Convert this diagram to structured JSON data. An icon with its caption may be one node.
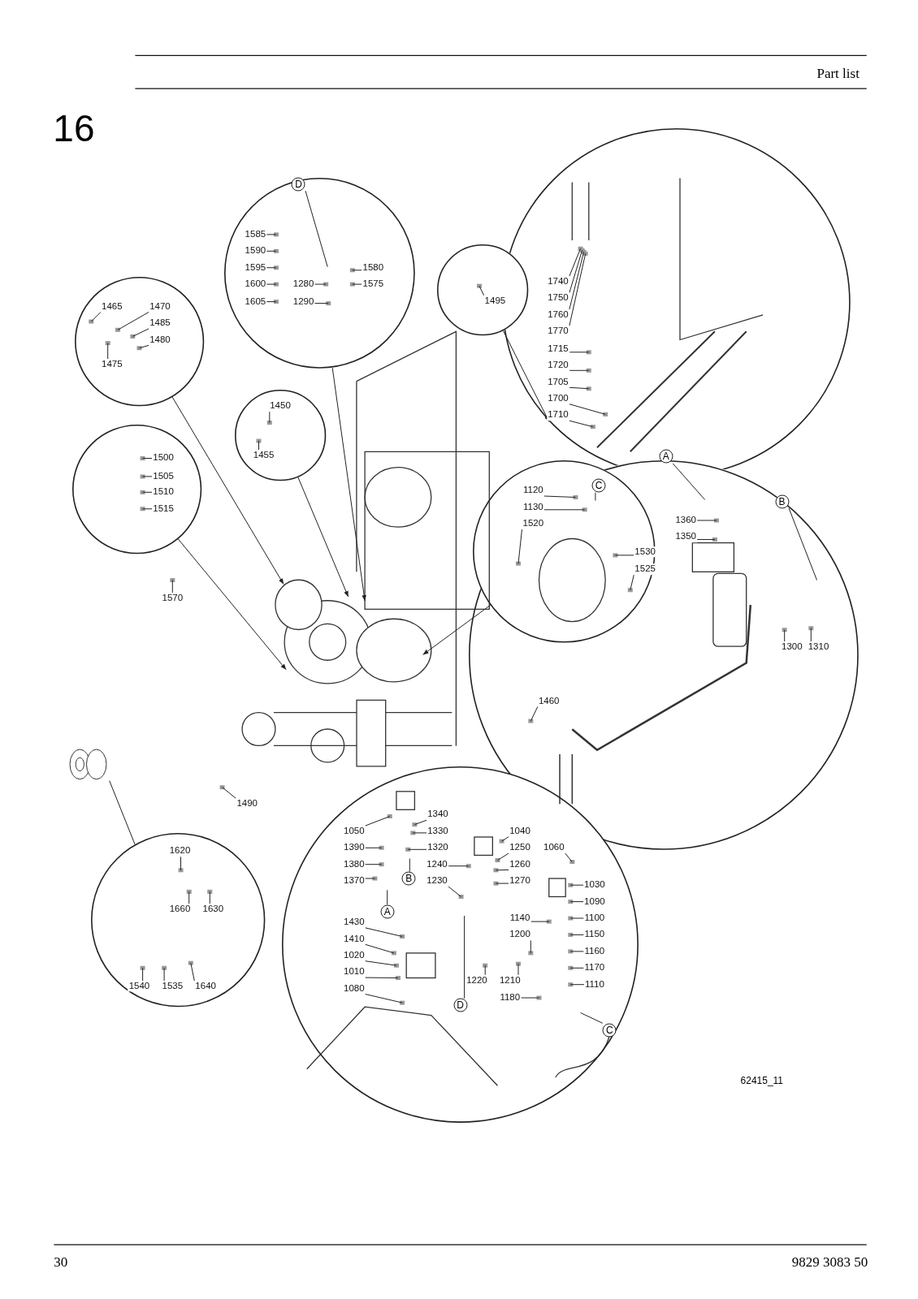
{
  "diagram": {
    "title": "16",
    "nodes": [
      {
        "text": [],
        "shape": "circle"
      },
      {
        "text": [
          "D"
        ],
        "in": 0
      },
      {
        "text": [
          "1585"
        ],
        "in": 0
      },
      {
        "text": [
          "1590"
        ],
        "in": 0
      },
      {
        "text": [
          "1595"
        ],
        "in": 0
      },
      {
        "text": [
          "1600"
        ],
        "in": 0
      },
      {
        "text": [
          "1605"
        ],
        "in": 0
      },
      {
        "text": [
          "1280"
        ],
        "in": 0
      },
      {
        "text": [
          "1290"
        ],
        "in": 0
      },
      {
        "text": [
          "1580"
        ],
        "in": 0
      },
      {
        "text": [
          "1575"
        ],
        "in": 0
      },
      {
        "text": [],
        "shape": "circle"
      },
      {
        "text": [
          "1495"
        ],
        "in": 11
      },
      {
        "text": [],
        "shape": "circle"
      },
      {
        "text": [
          "1740"
        ],
        "in": 13
      },
      {
        "text": [
          "1750"
        ],
        "in": 13
      },
      {
        "text": [
          "1760"
        ],
        "in": 13
      },
      {
        "text": [
          "1770"
        ],
        "in": 13
      },
      {
        "text": [
          "1715"
        ],
        "in": 13
      },
      {
        "text": [
          "1720"
        ],
        "in": 13
      },
      {
        "text": [
          "1705"
        ],
        "in": 13
      },
      {
        "text": [
          "1700"
        ],
        "in": 13
      },
      {
        "text": [
          "1710"
        ],
        "in": 13
      },
      {
        "text": [],
        "shape": "circle"
      },
      {
        "text": [
          "1465"
        ],
        "in": 23
      },
      {
        "text": [
          "1470"
        ],
        "in": 23
      },
      {
        "text": [
          "1485"
        ],
        "in": 23
      },
      {
        "text": [
          "1480"
        ],
        "in": 23
      },
      {
        "text": [
          "1475"
        ],
        "in": 23
      },
      {
        "text": [],
        "shape": "circle"
      },
      {
        "text": [
          "1450"
        ],
        "in": 29
      },
      {
        "text": [
          "1455"
        ],
        "in": 29
      },
      {
        "text": [],
        "shape": "circle"
      },
      {
        "text": [
          "1500"
        ],
        "in": 32
      },
      {
        "text": [
          "1505"
        ],
        "in": 32
      },
      {
        "text": [
          "1510"
        ],
        "in": 32
      },
      {
        "text": [
          "1515"
        ],
        "in": 32
      },
      {
        "text": [],
        "shape": "circle",
        "in": 44
      },
      {
        "text": [
          "C"
        ],
        "in": 37
      },
      {
        "text": [
          "1120"
        ],
        "in": 37
      },
      {
        "text": [
          "1130"
        ],
        "in": 37
      },
      {
        "text": [
          "1520"
        ],
        "in": 37
      },
      {
        "text": [
          "1530"
        ],
        "in": 37
      },
      {
        "text": [
          "1525"
        ],
        "in": 37
      },
      {
        "text": [],
        "shape": "circle"
      },
      {
        "text": [
          "A"
        ],
        "in": 13
      },
      {
        "text": [
          "B"
        ],
        "in": 44
      },
      {
        "text": [
          "1360"
        ],
        "in": 44
      },
      {
        "text": [
          "1350"
        ],
        "in": 44
      },
      {
        "text": [
          "1300"
        ],
        "in": 44
      },
      {
        "text": [
          "1310"
        ],
        "in": 44
      },
      {
        "text": [
          "1460"
        ],
        "in": 44
      },
      {
        "text": [
          "1570"
        ]
      },
      {
        "text": [
          "1490"
        ]
      },
      {
        "text": [],
        "shape": "picture"
      },
      {
        "text": [],
        "shape": "circle"
      },
      {
        "text": [
          "1050"
        ],
        "in": 55
      },
      {
        "text": [
          "1390"
        ],
        "in": 55
      },
      {
        "text": [
          "1380"
        ],
        "in": 55
      },
      {
        "text": [
          "1370"
        ],
        "in": 55
      },
      {
        "text": [
          "A"
        ],
        "in": 55
      },
      {
        "text": [
          "1340"
        ],
        "in": 55
      },
      {
        "text": [
          "1330"
        ],
        "in": 55
      },
      {
        "text": [
          "1320"
        ],
        "in": 55
      },
      {
        "text": [
          "B"
        ],
        "in": 55
      },
      {
        "text": [
          "1040"
        ],
        "in": 55
      },
      {
        "text": [
          "1250"
        ],
        "in": 55
      },
      {
        "text": [
          "1260"
        ],
        "in": 55
      },
      {
        "text": [
          "1270"
        ],
        "in": 55
      },
      {
        "text": [
          "1240"
        ],
        "in": 55
      },
      {
        "text": [
          "1230"
        ],
        "in": 55
      },
      {
        "text": [
          "1060"
        ],
        "in": 55
      },
      {
        "text": [
          "1030"
        ],
        "in": 55
      },
      {
        "text": [
          "1090"
        ],
        "in": 55
      },
      {
        "text": [
          "1100"
        ],
        "in": 55
      },
      {
        "text": [
          "1150"
        ],
        "in": 55
      },
      {
        "text": [
          "1160"
        ],
        "in": 55
      },
      {
        "text": [
          "1170"
        ],
        "in": 55
      },
      {
        "text": [
          "1110"
        ],
        "in": 55
      },
      {
        "text": [
          "1140"
        ],
        "in": 55
      },
      {
        "text": [
          "1200"
        ],
        "in": 55
      },
      {
        "text": [
          "1430"
        ],
        "in": 55
      },
      {
        "text": [
          "1410"
        ],
        "in": 55
      },
      {
        "text": [
          "1020"
        ],
        "in": 55
      },
      {
        "text": [
          "1010"
        ],
        "in": 55
      },
      {
        "text": [
          "1080"
        ],
        "in": 55
      },
      {
        "text": [
          "1220"
        ],
        "in": 55
      },
      {
        "text": [
          "1210"
        ],
        "in": 55
      },
      {
        "text": [
          "1180"
        ],
        "in": 55
      },
      {
        "text": [
          "D"
        ],
        "in": 55
      },
      {
        "text": [
          "C"
        ],
        "in": 55
      },
      {
        "text": [],
        "shape": "circle"
      },
      {
        "text": [
          "1620"
        ],
        "in": 91
      },
      {
        "text": [
          "1660"
        ],
        "in": 91
      },
      {
        "text": [
          "1630"
        ],
        "in": 91
      },
      {
        "text": [
          "1540"
        ],
        "in": 91
      },
      {
        "text": [
          "1535"
        ],
        "in": 91
      },
      {
        "text": [
          "1640"
        ],
        "in": 91
      },
      {
        "text": [],
        "shape": "picture"
      }
    ],
    "edges": [
      {
        "from": 2,
        "to": null,
        "arrow": "none"
      },
      {
        "from": 3,
        "to": null,
        "arrow": "none"
      },
      {
        "from": 4,
        "to": null,
        "arrow": "none"
      },
      {
        "from": 5,
        "to": null,
        "arrow": "none"
      },
      {
        "from": 6,
        "to": null,
        "arrow": "none"
      },
      {
        "from": 7,
        "to": null,
        "arrow": "none"
      },
      {
        "from": 8,
        "to": null,
        "arrow": "none"
      },
      {
        "from": 9,
        "to": null,
        "arrow": "none"
      },
      {
        "from": 10,
        "to": null,
        "arrow": "none"
      },
      {
        "from": 12,
        "to": null,
        "arrow": "none"
      },
      {
        "from": 14,
        "to": null,
        "arrow": "none"
      },
      {
        "from": 15,
        "to": null,
        "arrow": "none"
      },
      {
        "from": 16,
        "to": null,
        "arrow": "none"
      },
      {
        "from": 17,
        "to": null,
        "arrow": "none"
      },
      {
        "from": 18,
        "to": null,
        "arrow": "none"
      },
      {
        "from": 19,
        "to": null,
        "arrow": "none"
      },
      {
        "from": 20,
        "to": null,
        "arrow": "none"
      },
      {
        "from": 21,
        "to": null,
        "arrow": "none"
      },
      {
        "from": 22,
        "to": null,
        "arrow": "none"
      },
      {
        "from": 24,
        "to": null,
        "arrow": "none"
      },
      {
        "from": 25,
        "to": null,
        "arrow": "none"
      },
      {
        "from": 26,
        "to": null,
        "arrow": "none"
      },
      {
        "from": 27,
        "to": null,
        "arrow": "none"
      },
      {
        "from": 28,
        "to": null,
        "arrow": "none"
      },
      {
        "from": 30,
        "to": null,
        "arrow": "none"
      },
      {
        "from": 31,
        "to": null,
        "arrow": "none"
      },
      {
        "from": 33,
        "to": null,
        "arrow": "none"
      },
      {
        "from": 34,
        "to": null,
        "arrow": "none"
      },
      {
        "from": 35,
        "to": null,
        "arrow": "none"
      },
      {
        "from": 36,
        "to": null,
        "arrow": "none"
      },
      {
        "from": 39,
        "to": null,
        "arrow": "none"
      },
      {
        "from": 40,
        "to": null,
        "arrow": "none"
      },
      {
        "from": 41,
        "to": null,
        "arrow": "none"
      },
      {
        "from": 42,
        "to": null,
        "arrow": "none"
      },
      {
        "from": 43,
        "to": null,
        "arrow": "none"
      },
      {
        "from": 47,
        "to": null,
        "arrow": "none"
      },
      {
        "from": 48,
        "to": null,
        "arrow": "none"
      },
      {
        "from": 49,
        "to": null,
        "arrow": "none"
      },
      {
        "from": 50,
        "to": null,
        "arrow": "none"
      },
      {
        "from": 51,
        "to": null,
        "arrow": "none"
      },
      {
        "from": 52,
        "to": null,
        "arrow": "none"
      },
      {
        "from": 53,
        "to": null,
        "arrow": "none"
      },
      {
        "from": 56,
        "to": null,
        "arrow": "none"
      },
      {
        "from": 57,
        "to": null,
        "arrow": "none"
      },
      {
        "from": 58,
        "to": null,
        "arrow": "none"
      },
      {
        "from": 59,
        "to": null,
        "arrow": "none"
      },
      {
        "from": 61,
        "to": null,
        "arrow": "none"
      },
      {
        "from": 62,
        "to": null,
        "arrow": "none"
      },
      {
        "from": 63,
        "to": null,
        "arrow": "none"
      },
      {
        "from": 65,
        "to": null,
        "arrow": "none"
      },
      {
        "from": 66,
        "to": null,
        "arrow": "none"
      },
      {
        "from": 67,
        "to": null,
        "arrow": "none"
      },
      {
        "from": 68,
        "to": null,
        "arrow": "none"
      },
      {
        "from": 69,
        "to": null,
        "arrow": "none"
      },
      {
        "from": 70,
        "to": null,
        "arrow": "none"
      },
      {
        "from": 71,
        "to": null,
        "arrow": "none"
      },
      {
        "from": 72,
        "to": null,
        "arrow": "none"
      },
      {
        "from": 73,
        "to": null,
        "arrow": "none"
      },
      {
        "from": 74,
        "to": null,
        "arrow": "none"
      },
      {
        "from": 75,
        "to": null,
        "arrow": "none"
      },
      {
        "from": 76,
        "to": null,
        "arrow": "none"
      },
      {
        "from": 77,
        "to": null,
        "arrow": "none"
      },
      {
        "from": 78,
        "to": null,
        "arrow": "none"
      },
      {
        "from": 79,
        "to": null,
        "arrow": "none"
      },
      {
        "from": 80,
        "to": null,
        "arrow": "none"
      },
      {
        "from": 81,
        "to": null,
        "arrow": "none"
      },
      {
        "from": 82,
        "to": null,
        "arrow": "none"
      },
      {
        "from": 83,
        "to": null,
        "arrow": "none"
      },
      {
        "from": 84,
        "to": null,
        "arrow": "none"
      },
      {
        "from": 85,
        "to": null,
        "arrow": "none"
      },
      {
        "from": 86,
        "to": null,
        "arrow": "none"
      },
      {
        "from": 87,
        "to": null,
        "arrow": "none"
      },
      {
        "from": 88,
        "to": null,
        "arrow": "none"
      },
      {
        "from": 92,
        "to": null,
        "arrow": "none"
      },
      {
        "from": 93,
        "to": null,
        "arrow": "none"
      },
      {
        "from": 94,
        "to": null,
        "arrow": "none"
      },
      {
        "from": 95,
        "to": null,
        "arrow": "none"
      },
      {
        "from": 96,
        "to": null,
        "arrow": "none"
      },
      {
        "from": 97,
        "to": null,
        "arrow": "none"
      },
      {
        "from": 0,
        "to": 98,
        "arrow": "to"
      },
      {
        "from": 11,
        "to": 13,
        "arrow": "to"
      },
      {
        "from": 23,
        "to": 98,
        "arrow": "to"
      },
      {
        "from": 29,
        "to": 98,
        "arrow": "to"
      },
      {
        "from": 32,
        "to": 98,
        "arrow": "to"
      },
      {
        "from": 37,
        "to": 98,
        "arrow": "to"
      },
      {
        "from": 54,
        "to": 91,
        "arrow": "none"
      },
      {
        "from": 1,
        "to": null,
        "arrow": "none"
      },
      {
        "from": 38,
        "to": null,
        "arrow": "none"
      },
      {
        "from": 45,
        "to": null,
        "arrow": "none"
      },
      {
        "from": 46,
        "to": null,
        "arrow": "none"
      },
      {
        "from": 60,
        "to": null,
        "arrow": "none"
      },
      {
        "from": 64,
        "to": null,
        "arrow": "none"
      },
      {
        "from": 89,
        "to": null,
        "arrow": "none"
      },
      {
        "from": 90,
        "to": null,
        "arrow": "none"
      }
    ],
    "labels": [
      "Part list",
      "62415_11",
      "30",
      "9829 3083 50"
    ]
  }
}
